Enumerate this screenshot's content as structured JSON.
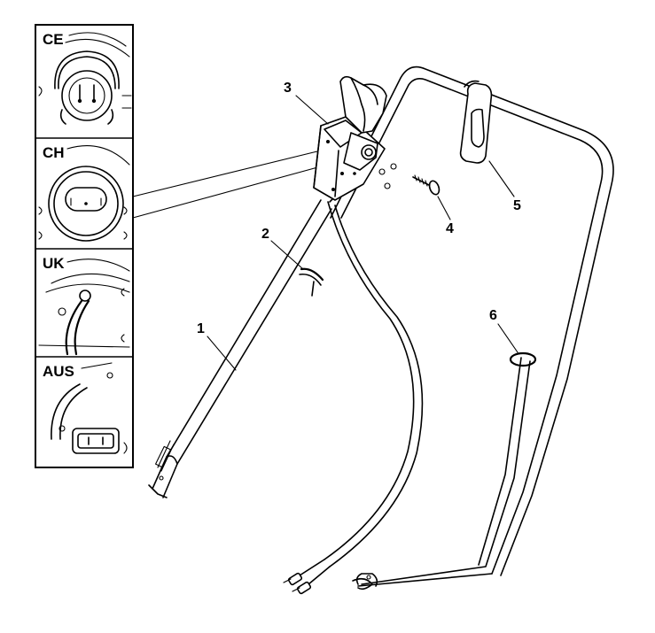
{
  "inset_panels": [
    {
      "id": "ce",
      "label": "CE"
    },
    {
      "id": "ch",
      "label": "CH"
    },
    {
      "id": "uk",
      "label": "UK"
    },
    {
      "id": "aus",
      "label": "AUS"
    }
  ],
  "callouts": [
    {
      "id": "lower-handle-bar",
      "number": "1"
    },
    {
      "id": "cable-clip",
      "number": "2"
    },
    {
      "id": "switch-box",
      "number": "3"
    },
    {
      "id": "screw",
      "number": "4"
    },
    {
      "id": "cable-hook",
      "number": "5"
    },
    {
      "id": "upper-cable-clip",
      "number": "6"
    }
  ]
}
